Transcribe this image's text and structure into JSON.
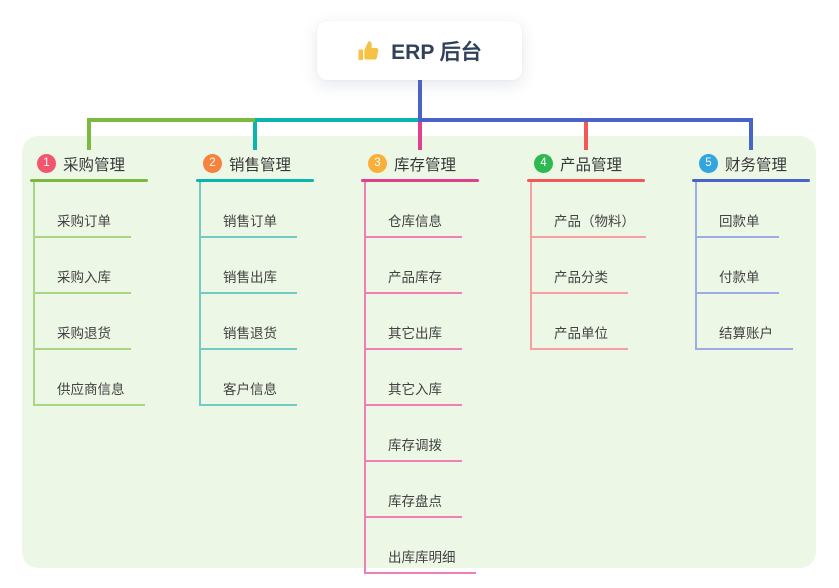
{
  "root": {
    "icon": "thumbs-up",
    "label": "ERP 后台"
  },
  "connector_colors": {
    "root_drop": "#4a63c8"
  },
  "branches": [
    {
      "num": "1",
      "title": "采购管理",
      "color": "#7cb93e",
      "light": "#a9d585",
      "badge_color": "#f2566e",
      "children": [
        "采购订单",
        "采购入库",
        "采购退货",
        "供应商信息"
      ]
    },
    {
      "num": "2",
      "title": "销售管理",
      "color": "#0cb5ab",
      "light": "#72ccc5",
      "badge_color": "#f5823d",
      "children": [
        "销售订单",
        "销售出库",
        "销售退货",
        "客户信息"
      ]
    },
    {
      "num": "3",
      "title": "库存管理",
      "color": "#e0418f",
      "light": "#f07fb5",
      "badge_color": "#f8b03c",
      "children": [
        "仓库信息",
        "产品库存",
        "其它出库",
        "其它入库",
        "库存调拨",
        "库存盘点",
        "出库库明细"
      ]
    },
    {
      "num": "4",
      "title": "产品管理",
      "color": "#f25858",
      "light": "#f5a1a1",
      "badge_color": "#2eb850",
      "children": [
        "产品（物料）",
        "产品分类",
        "产品单位"
      ]
    },
    {
      "num": "5",
      "title": "财务管理",
      "color": "#4a63c8",
      "light": "#9cade6",
      "badge_color": "#32a4de",
      "children": [
        "回款单",
        "付款单",
        "结算账户"
      ]
    }
  ]
}
